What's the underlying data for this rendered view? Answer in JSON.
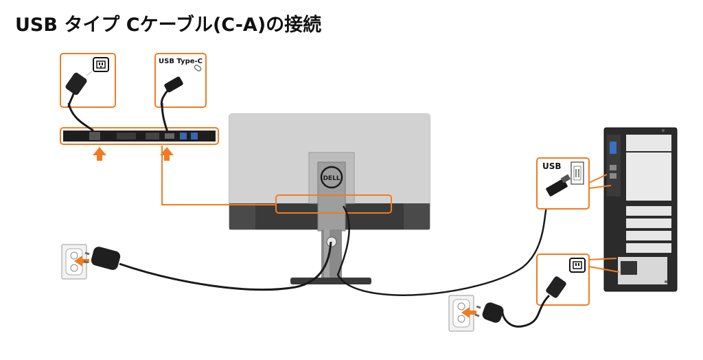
{
  "title": "USB タイプ Cケーブル(C-A)の接続",
  "callouts": {
    "usb_type_c_label": "USB Type-C",
    "usb_label": "USB"
  },
  "monitor": {
    "logo_text": "DELL"
  },
  "colors": {
    "accent_orange": "#f07c21",
    "cable": "#1a1a1a",
    "monitor_gray": "#c8c8c8",
    "pc_body": "#2a2a2a"
  },
  "icons": {
    "power_socket": "iec-power-inlet-icon",
    "usb_port": "usb-port-icon",
    "usb_c_port": "usb-c-port-icon",
    "wall_outlet": "wall-outlet-icon",
    "arrow": "up-arrow-icon"
  }
}
